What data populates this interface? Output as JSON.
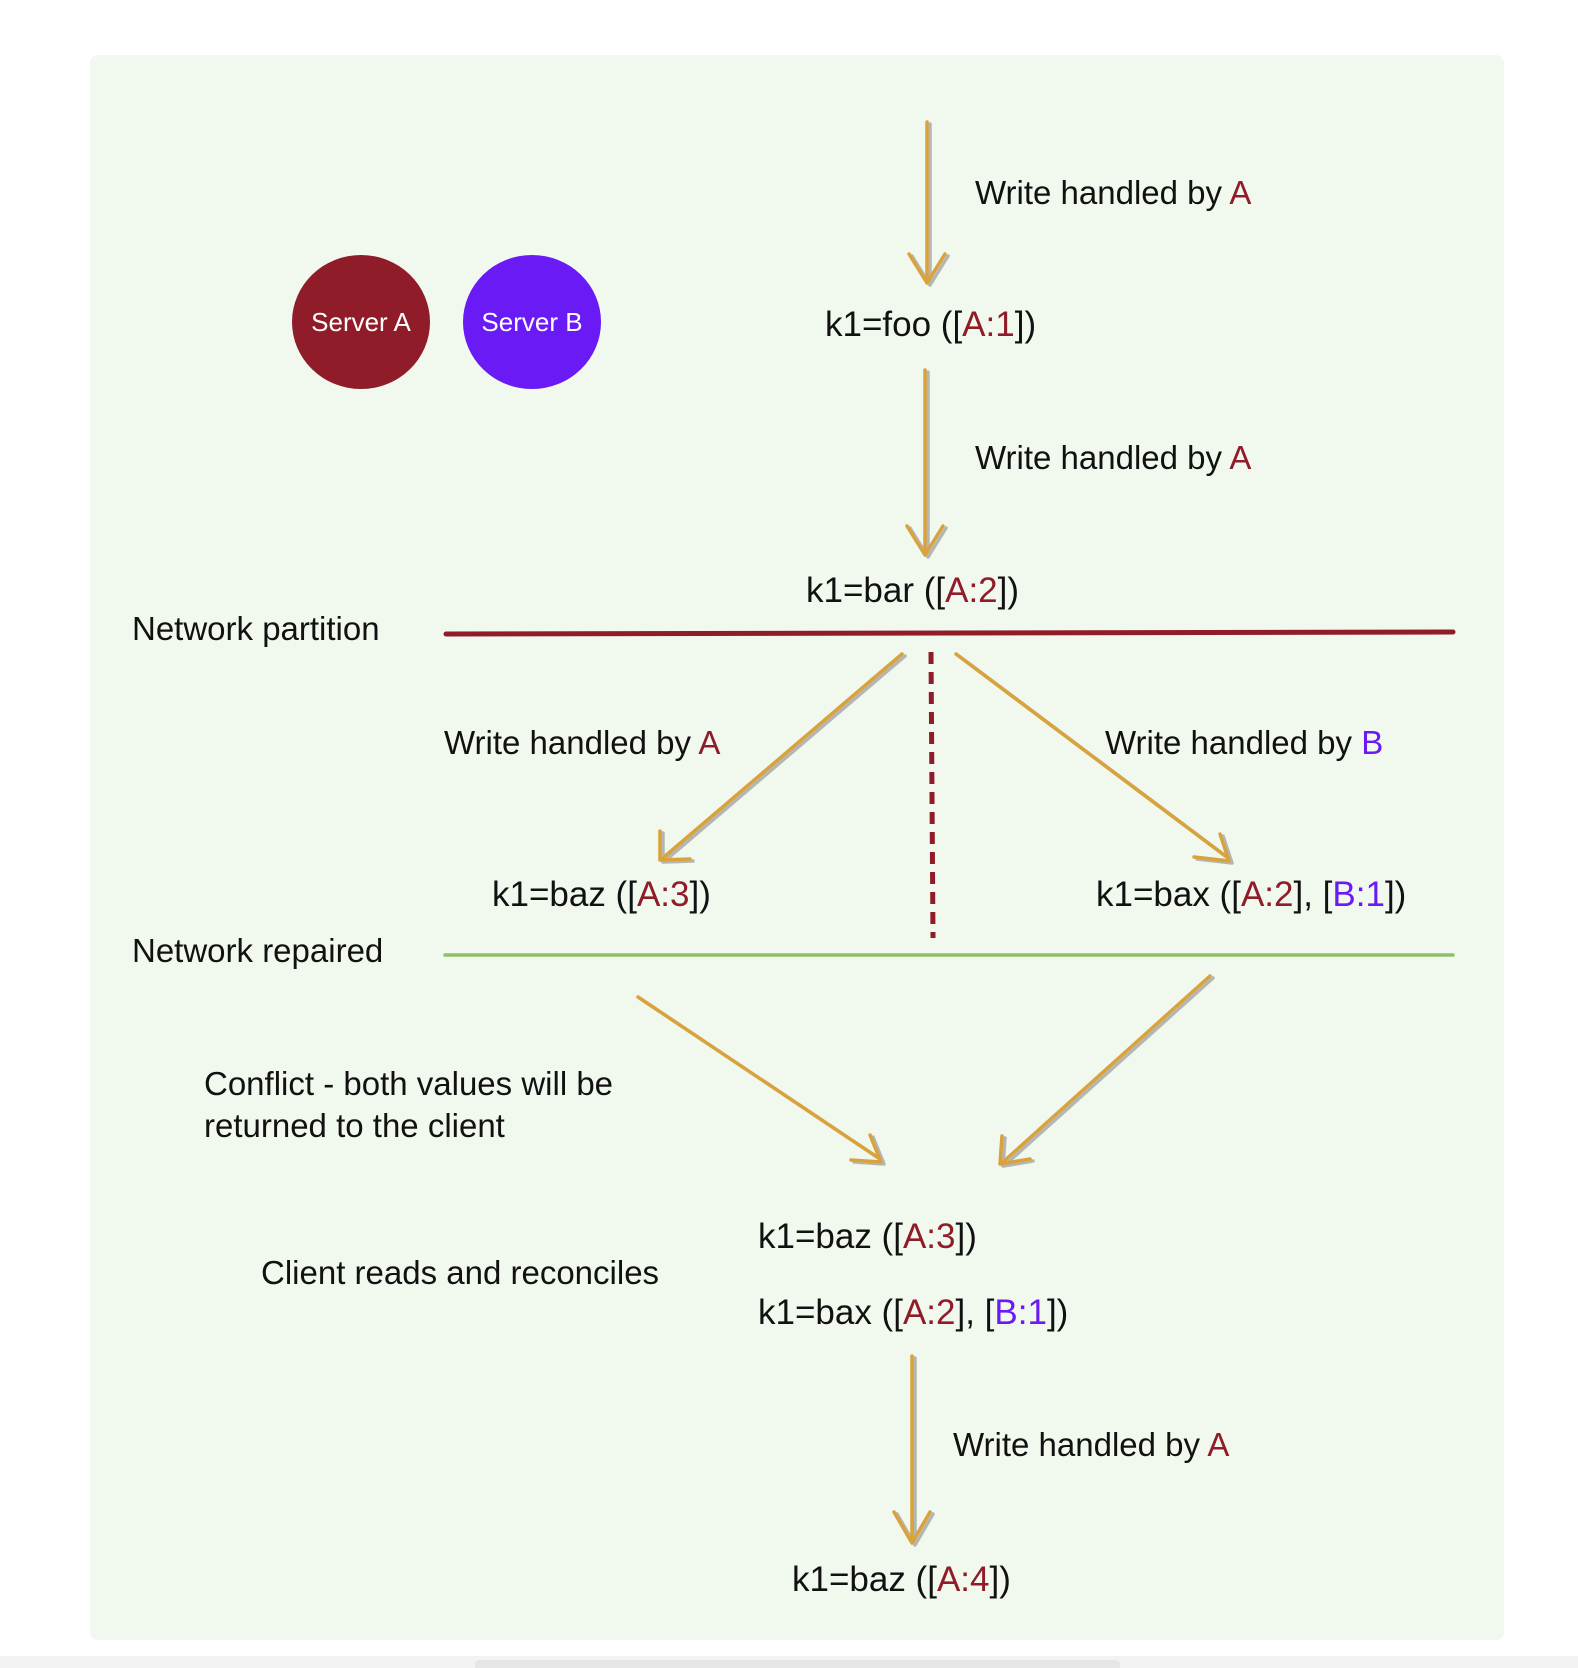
{
  "servers": {
    "a": {
      "label": "Server A",
      "color": "#8f1c28"
    },
    "b": {
      "label": "Server B",
      "color": "#6a1af5"
    }
  },
  "colors": {
    "arrow": "#d9a23a",
    "partition_line": "#8f1c28",
    "repaired_line": "#8fbf6b",
    "background": "#f1f8ee"
  },
  "writes": {
    "w1": {
      "prefix": "Write handled by ",
      "server": "A"
    },
    "w2": {
      "prefix": "Write handled by ",
      "server": "A"
    },
    "w3": {
      "prefix": "Write handled by ",
      "server": "A"
    },
    "w4": {
      "prefix": "Write handled by ",
      "server": "B"
    },
    "w5": {
      "prefix": "Write handled by ",
      "server": "A"
    }
  },
  "values": {
    "foo": {
      "prefix": "k1=foo ([",
      "a": "A:1",
      "suffix": "])"
    },
    "bar": {
      "prefix": "k1=bar ([",
      "a": "A:2",
      "suffix": "])"
    },
    "baz3": {
      "prefix": "k1=baz ([",
      "a": "A:3",
      "suffix": "])"
    },
    "bax": {
      "prefix": "k1=bax ([",
      "a": "A:2",
      "mid": "], [",
      "b": "B:1",
      "suffix": "])"
    },
    "conflict_baz": {
      "prefix": "k1=baz ([",
      "a": "A:3",
      "suffix": "])"
    },
    "conflict_bax": {
      "prefix": "k1=bax ([",
      "a": "A:2",
      "mid": "], [",
      "b": "B:1",
      "suffix": "])"
    },
    "baz4": {
      "prefix": "k1=baz ([",
      "a": "A:4",
      "suffix": "])"
    }
  },
  "labels": {
    "network_partition": "Network partition",
    "network_repaired": "Network repaired",
    "conflict_line1": "Conflict - both values will be",
    "conflict_line2": "returned to the client",
    "client_reconciles": "Client reads and reconciles"
  }
}
